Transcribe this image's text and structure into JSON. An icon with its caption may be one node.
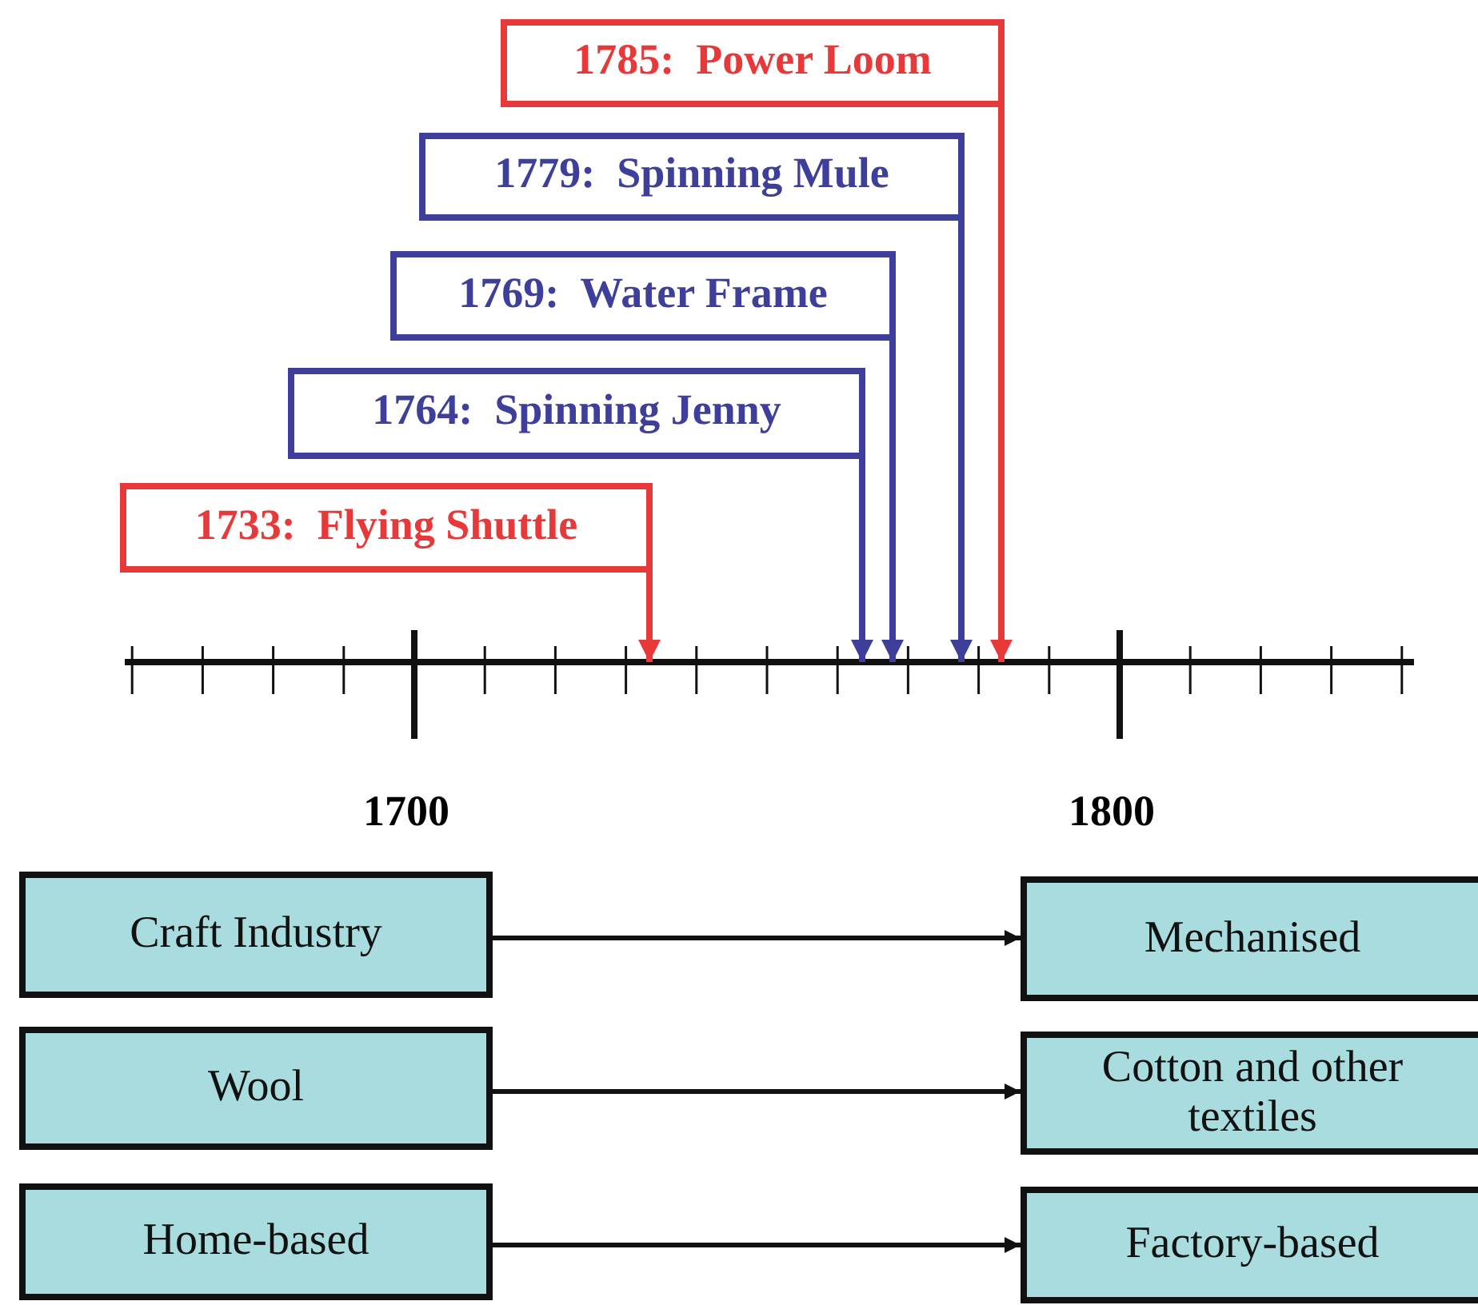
{
  "diagram": {
    "nodes": [
      {
        "text": [
          "1785:  Power Loom"
        ]
      },
      {
        "text": [
          "1779:  Spinning Mule"
        ]
      },
      {
        "text": [
          "1769:  Water Frame"
        ]
      },
      {
        "text": [
          "1764:  Spinning Jenny"
        ]
      },
      {
        "text": [
          "1733:  Flying Shuttle"
        ]
      },
      {
        "text": [
          "Craft Industry"
        ]
      },
      {
        "text": [
          "Mechanised"
        ]
      },
      {
        "text": [
          "Wool"
        ]
      },
      {
        "text": [
          "Cotton and other textiles"
        ]
      },
      {
        "text": [
          "Home-based"
        ]
      },
      {
        "text": [
          "Factory-based"
        ]
      }
    ],
    "edges": [
      {
        "from": 0,
        "to": null,
        "arrow": "to",
        "color": "#e8393a"
      },
      {
        "from": 1,
        "to": null,
        "arrow": "to",
        "color": "#3d3f9b"
      },
      {
        "from": 2,
        "to": null,
        "arrow": "to",
        "color": "#3d3f9b"
      },
      {
        "from": 3,
        "to": null,
        "arrow": "to",
        "color": "#3d3f9b"
      },
      {
        "from": 4,
        "to": null,
        "arrow": "to",
        "color": "#e8393a"
      },
      {
        "from": 5,
        "to": 6,
        "arrow": "to",
        "color": "#111111"
      },
      {
        "from": 7,
        "to": 8,
        "arrow": "to",
        "color": "#111111"
      },
      {
        "from": 9,
        "to": 10,
        "arrow": "to",
        "color": "#111111"
      }
    ],
    "labels": [
      "1700",
      "1800"
    ]
  }
}
